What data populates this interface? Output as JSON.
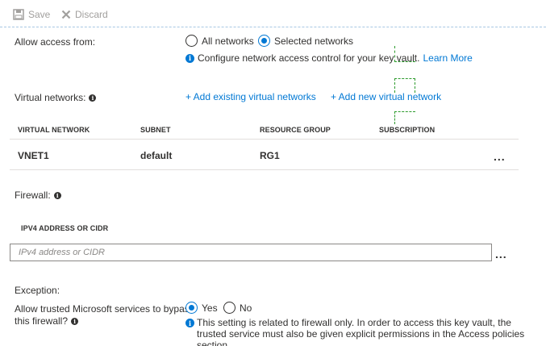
{
  "toolbar": {
    "save_label": "Save",
    "discard_label": "Discard"
  },
  "access": {
    "label": "Allow access from:",
    "options": [
      "All networks",
      "Selected networks"
    ],
    "selected": "Selected networks",
    "info_text": "Configure network access control for your key vault.",
    "learn_more": "Learn More"
  },
  "virtual_networks": {
    "label": "Virtual networks:",
    "add_existing": "+ Add existing virtual networks",
    "add_new": "+ Add new virtual network",
    "columns": [
      "VIRTUAL NETWORK",
      "SUBNET",
      "RESOURCE GROUP",
      "SUBSCRIPTION"
    ],
    "rows": [
      {
        "vnet": "VNET1",
        "subnet": "default",
        "resource_group": "RG1",
        "subscription": ""
      }
    ],
    "row_menu": "..."
  },
  "firewall": {
    "label": "Firewall:",
    "column": "IPV4 ADDRESS OR CIDR",
    "input_placeholder": "IPv4 address or CIDR",
    "input_value": "",
    "row_menu": "..."
  },
  "exception": {
    "label": "Exception:",
    "trusted_label_line1": "Allow trusted Microsoft services to bypass",
    "trusted_label_line2": "this firewall?",
    "options": [
      "Yes",
      "No"
    ],
    "selected": "Yes",
    "note": "This setting is related to firewall only. In order to access this key vault, the trusted service must also be given explicit permissions in the Access policies section."
  },
  "colors": {
    "accent": "#0078d4",
    "text": "#323130",
    "disabled": "#a19f9d",
    "marker": "#2d9b2d"
  }
}
